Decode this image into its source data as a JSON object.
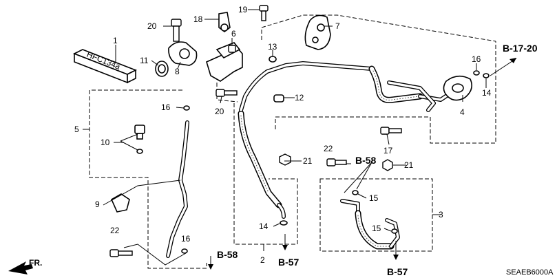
{
  "diagram_code": "SEAEB6000A",
  "front_marker": "FR.",
  "label_text": "HFC134a",
  "callouts": {
    "p1": "1",
    "p2": "2",
    "p3": "3",
    "p4": "4",
    "p5": "5",
    "p6": "6",
    "p7": "7",
    "p8": "8",
    "p9": "9",
    "p10": "10",
    "p11": "11",
    "p12": "12",
    "p13": "13",
    "p14a": "14",
    "p14b": "14",
    "p15a": "15",
    "p15b": "15",
    "p16a": "16",
    "p16b": "16",
    "p16c": "16",
    "p17": "17",
    "p18": "18",
    "p19": "19",
    "p20a": "20",
    "p20b": "20",
    "p21a": "21",
    "p21b": "21",
    "p22a": "22",
    "p22b": "22"
  },
  "references": {
    "r_b1720": "B-17-20",
    "r_b58a": "B-58",
    "r_b58b": "B-58",
    "r_b57a": "B-57",
    "r_b57b": "B-57"
  }
}
